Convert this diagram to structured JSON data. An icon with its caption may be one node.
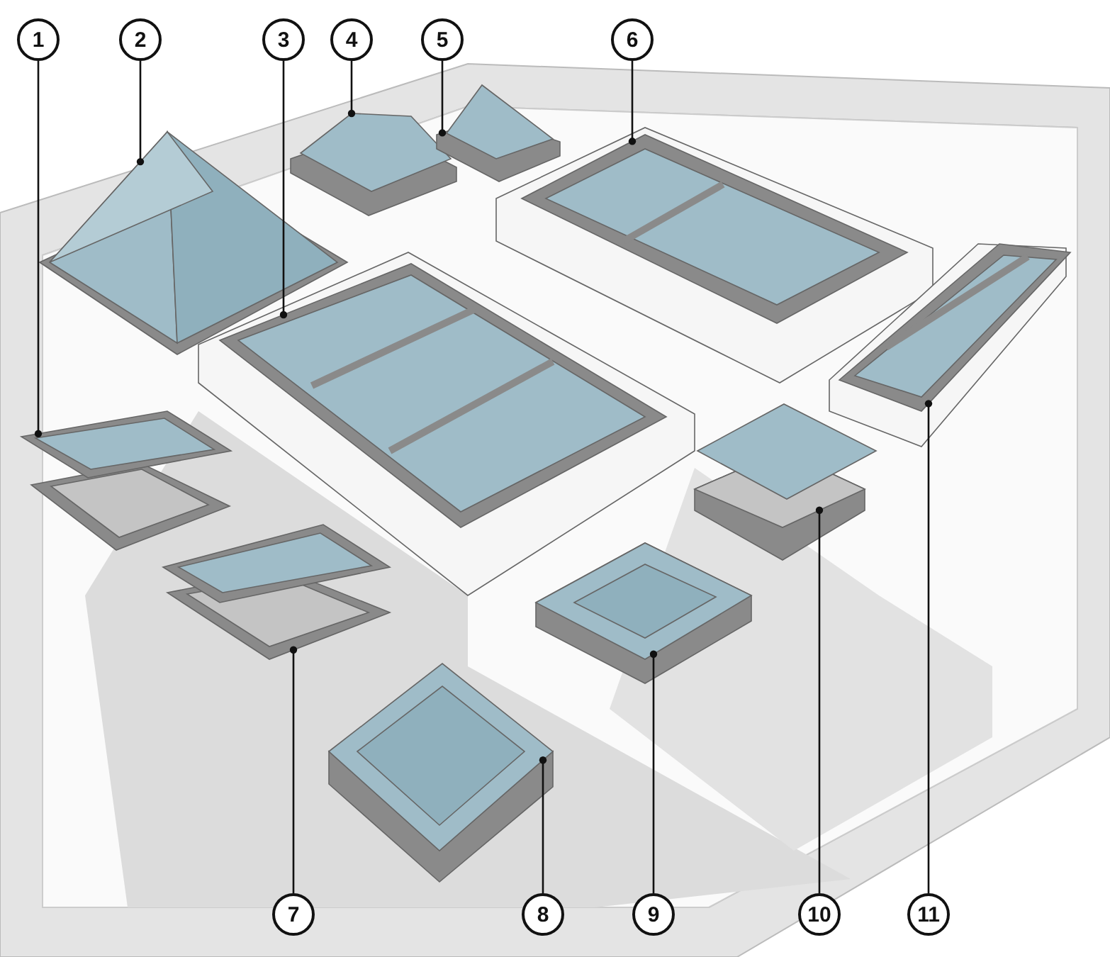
{
  "diagram": {
    "nodes": [
      {
        "text": [
          "1"
        ]
      },
      {
        "text": [
          "2"
        ]
      },
      {
        "text": [
          "3"
        ]
      },
      {
        "text": [
          "4"
        ]
      },
      {
        "text": [
          "5"
        ]
      },
      {
        "text": [
          "6"
        ]
      },
      {
        "text": [
          "7"
        ]
      },
      {
        "text": [
          "8"
        ]
      },
      {
        "text": [
          "9"
        ]
      },
      {
        "text": [
          "10"
        ]
      },
      {
        "text": [
          "11"
        ]
      },
      {
        "text": [],
        "shape": "picture"
      },
      {
        "text": [],
        "shape": "picture"
      },
      {
        "text": [],
        "shape": "picture"
      },
      {
        "text": [],
        "shape": "picture"
      },
      {
        "text": [],
        "shape": "picture"
      },
      {
        "text": [],
        "shape": "picture"
      },
      {
        "text": [],
        "shape": "picture"
      },
      {
        "text": [],
        "shape": "picture"
      },
      {
        "text": [],
        "shape": "picture"
      },
      {
        "text": [],
        "shape": "picture"
      },
      {
        "text": [],
        "shape": "picture"
      }
    ],
    "edges": [
      {
        "from": 0,
        "to": 11,
        "arrow": "other"
      },
      {
        "from": 1,
        "to": 12,
        "arrow": "other"
      },
      {
        "from": 2,
        "to": 13,
        "arrow": "other"
      },
      {
        "from": 3,
        "to": 14,
        "arrow": "other"
      },
      {
        "from": 4,
        "to": 15,
        "arrow": "other"
      },
      {
        "from": 5,
        "to": 16,
        "arrow": "other"
      },
      {
        "from": 6,
        "to": 17,
        "arrow": "other"
      },
      {
        "from": 7,
        "to": 18,
        "arrow": "other"
      },
      {
        "from": 8,
        "to": 19,
        "arrow": "other"
      },
      {
        "from": 9,
        "to": 20,
        "arrow": "other"
      },
      {
        "from": 10,
        "to": 21,
        "arrow": "other"
      }
    ]
  }
}
